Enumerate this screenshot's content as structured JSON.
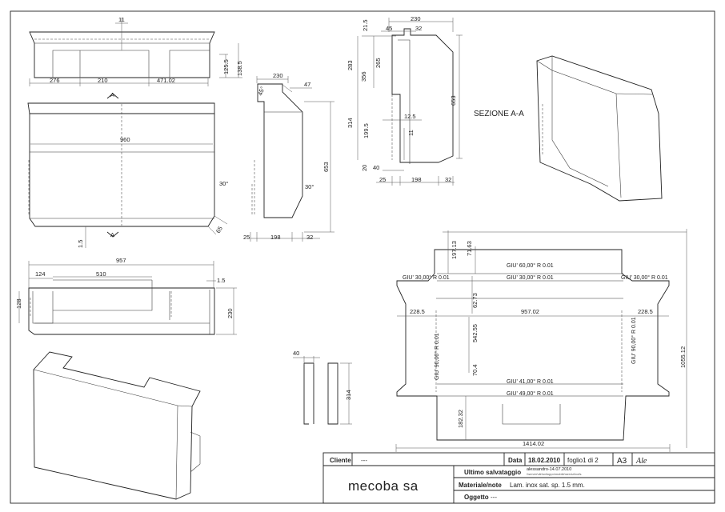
{
  "sheet": {
    "section_title": "SEZIONE A-A",
    "section_marks": [
      "A",
      "A"
    ]
  },
  "views": {
    "top_dims": [
      "11",
      "276",
      "210",
      "471.02",
      "125.5",
      "138.5"
    ],
    "front_dims": [
      "960",
      "30°",
      "65",
      "1.5"
    ],
    "side_dims": [
      "230",
      "47",
      "45°",
      "653",
      "30°",
      "25",
      "198",
      "32"
    ],
    "section_dims": [
      "230",
      "45",
      "32",
      "21.5",
      "283",
      "265",
      "356",
      "653",
      "314",
      "199.5",
      "12.5",
      "11",
      "20",
      "40",
      "25",
      "198",
      "32"
    ],
    "bottom_dims": [
      "957",
      "124",
      "510",
      "1.5",
      "128",
      "230"
    ],
    "bracket_dims": [
      "40",
      "314"
    ]
  },
  "flat_pattern": {
    "dims": [
      "197.13",
      "71.63",
      "228.5",
      "957.02",
      "228.5",
      "62.73",
      "542.55",
      "70.4",
      "182.32",
      "1414.02",
      "1055.12"
    ],
    "bends": [
      "GIU' 60,00° R 0.01",
      "GIU' 30,00° R 0.01",
      "GIU' 30,00° R 0.01",
      "GIU' 30,00° R 0.01",
      "GIU' 90,00° R 0.01",
      "GIU' 90,00° R 0.01",
      "GIU' 41,00° R 0.01",
      "GIU' 49,00° R 0.01"
    ]
  },
  "title_block": {
    "cliente_label": "Cliente",
    "cliente_value": "---",
    "data_label": "Data",
    "data_value": "18.02.2010",
    "foglio": "foglio1 di 2",
    "format": "A3",
    "author": "Ale",
    "ultimo_label": "Ultimo salvataggio",
    "ultimo_value": "alessandro-14.07.2010",
    "ultimo_path": "\\\\server\\dir\\sviluppo\\mobile\\servizi\\cofs",
    "company": "mecoba sa",
    "materiale_label": "Materiale/note",
    "materiale_value": "Lam. inox sat. sp. 1.5 mm.",
    "oggetto_label": "Oggetto",
    "oggetto_value": "---"
  }
}
